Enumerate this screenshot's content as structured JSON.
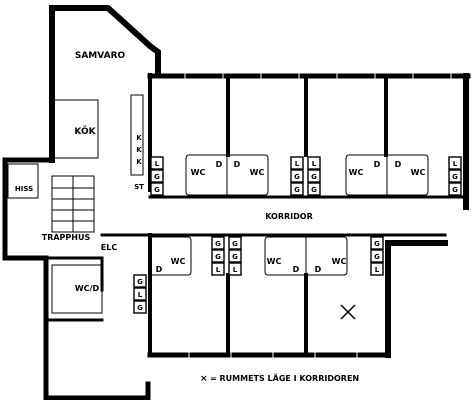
{
  "rooms": {
    "samvaro": "SAMVARO",
    "kok": "KÖK",
    "hiss": "HISS",
    "trapphus": "TRAPPHUS",
    "korridor": "KORRIDOR",
    "elc": "ELC",
    "wc_d": "WC/D"
  },
  "fixtures": {
    "wc": "WC",
    "d": "D",
    "l": "L",
    "g": "G",
    "st": "ST",
    "k": "K"
  },
  "legend": {
    "marker": "×",
    "text": "= RUMMETS LÄGE I KORRIDOREN"
  }
}
